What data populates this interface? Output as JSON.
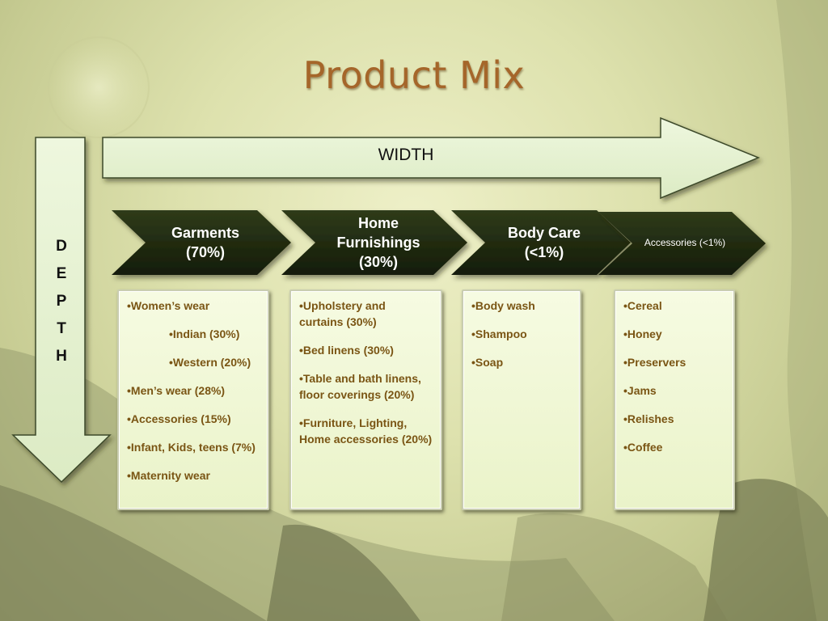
{
  "title": "Product Mix",
  "width_label": "WIDTH",
  "depth_letters": [
    "D",
    "E",
    "P",
    "T",
    "H"
  ],
  "categories": [
    {
      "lines": [
        "Garments",
        "(70%)"
      ]
    },
    {
      "lines": [
        "Home",
        "Furnishings",
        "(30%)"
      ]
    },
    {
      "lines": [
        "Body Care",
        "(<1%)"
      ]
    },
    {
      "lines": [
        "Accessories (<1%)"
      ]
    }
  ],
  "cards": [
    {
      "items": [
        {
          "text": "•Women’s wear",
          "sub": false
        },
        {
          "text": "•Indian (30%)",
          "sub": true
        },
        {
          "text": "•Western (20%)",
          "sub": true
        },
        {
          "text": "•Men’s wear (28%)",
          "sub": false
        },
        {
          "text": "•Accessories (15%)",
          "sub": false
        },
        {
          "text": "•Infant, Kids, teens (7%)",
          "sub": false
        },
        {
          "text": "•Maternity wear",
          "sub": false
        }
      ]
    },
    {
      "items": [
        {
          "text": "•Upholstery and curtains (30%)",
          "sub": false
        },
        {
          "text": "•Bed linens (30%)",
          "sub": false
        },
        {
          "text": "•Table and bath linens, floor coverings (20%)",
          "sub": false
        },
        {
          "text": "•Furniture, Lighting, Home accessories (20%)",
          "sub": false
        }
      ]
    },
    {
      "items": [
        {
          "text": "•Body wash",
          "sub": false
        },
        {
          "text": "•Shampoo",
          "sub": false
        },
        {
          "text": "•Soap",
          "sub": false
        }
      ]
    },
    {
      "items": [
        {
          "text": "•Cereal",
          "sub": false
        },
        {
          "text": "•Honey",
          "sub": false
        },
        {
          "text": "•Preservers",
          "sub": false
        },
        {
          "text": "•Jams",
          "sub": false
        },
        {
          "text": "•Relishes",
          "sub": false
        },
        {
          "text": "•Coffee",
          "sub": false
        }
      ]
    }
  ],
  "colors": {
    "title": "#a5662a",
    "chevron": "#1f2a10",
    "arrow_fill": "#e4f1cf",
    "item_text": "#7a5514"
  }
}
